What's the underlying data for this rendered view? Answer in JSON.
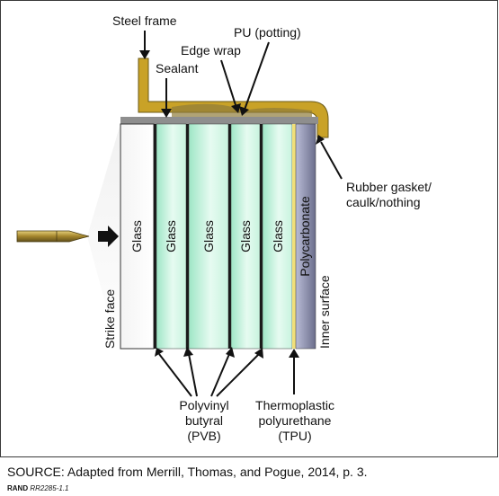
{
  "labels": {
    "steel_frame": "Steel frame",
    "pu_potting": "PU (potting)",
    "edge_wrap": "Edge wrap",
    "sealant": "Sealant",
    "rubber_gasket_line1": "Rubber gasket/",
    "rubber_gasket_line2": "caulk/nothing",
    "strike_face": "Strike face",
    "inner_surface": "Inner surface",
    "pvb_line1": "Polyvinyl",
    "pvb_line2": "butyral",
    "pvb_line3": "(PVB)",
    "tpu_line1": "Thermoplastic",
    "tpu_line2": "polyurethane",
    "tpu_line3": "(TPU)"
  },
  "layers": {
    "glass1": "Glass",
    "glass2": "Glass",
    "glass3": "Glass",
    "glass4": "Glass",
    "glass5": "Glass",
    "polycarbonate": "Polycarbonate"
  },
  "colors": {
    "frame": "#c9a227",
    "glass_tint": "#9fe6c6",
    "polycarbonate": "#7d7f9c",
    "tpu": "#f1e07a"
  },
  "source": "SOURCE: Adapted from Merrill, Thomas, and Pogue, 2014, p. 3.",
  "fig_id_prefix": "RAND",
  "fig_id_code": "RR2285-1.1"
}
